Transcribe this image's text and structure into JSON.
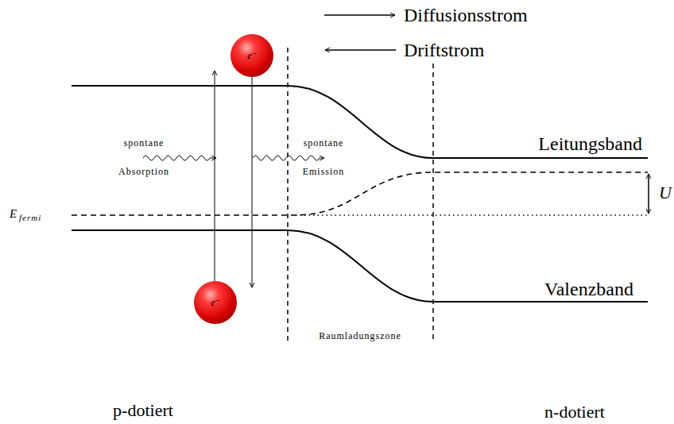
{
  "diagram": {
    "nodes": [
      {
        "text": [
          "e⁻"
        ]
      },
      {
        "text": [
          "e⁻"
        ]
      }
    ],
    "labels": [
      "spontane",
      "Absorption",
      "spontane",
      "Emission",
      "Leitungsband",
      "U",
      "E",
      "fermi",
      "Valenzband",
      "Raumladungszone",
      "p-dotiert",
      "n-dotiert"
    ],
    "legend": [
      {
        "text": "Diffusionsstrom"
      },
      {
        "text": "Driftstrom"
      }
    ]
  }
}
